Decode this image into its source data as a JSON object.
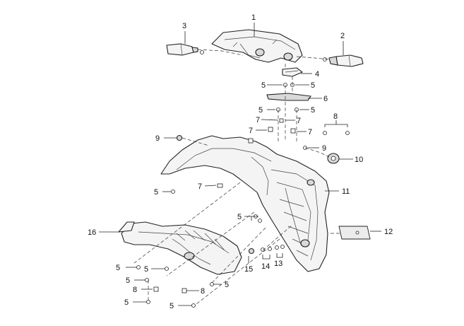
{
  "labels": {
    "n1": "1",
    "n2": "2",
    "n3": "3",
    "n4": "4",
    "n5": "5",
    "n6": "6",
    "n7": "7",
    "n8": "8",
    "n9": "9",
    "n10": "10",
    "n11": "11",
    "n12": "12",
    "n13": "13",
    "n14": "14",
    "n15": "15",
    "n16": "16"
  },
  "colors": {
    "line": "#222222",
    "fill": "#f4f4f4",
    "background": "#ffffff"
  }
}
